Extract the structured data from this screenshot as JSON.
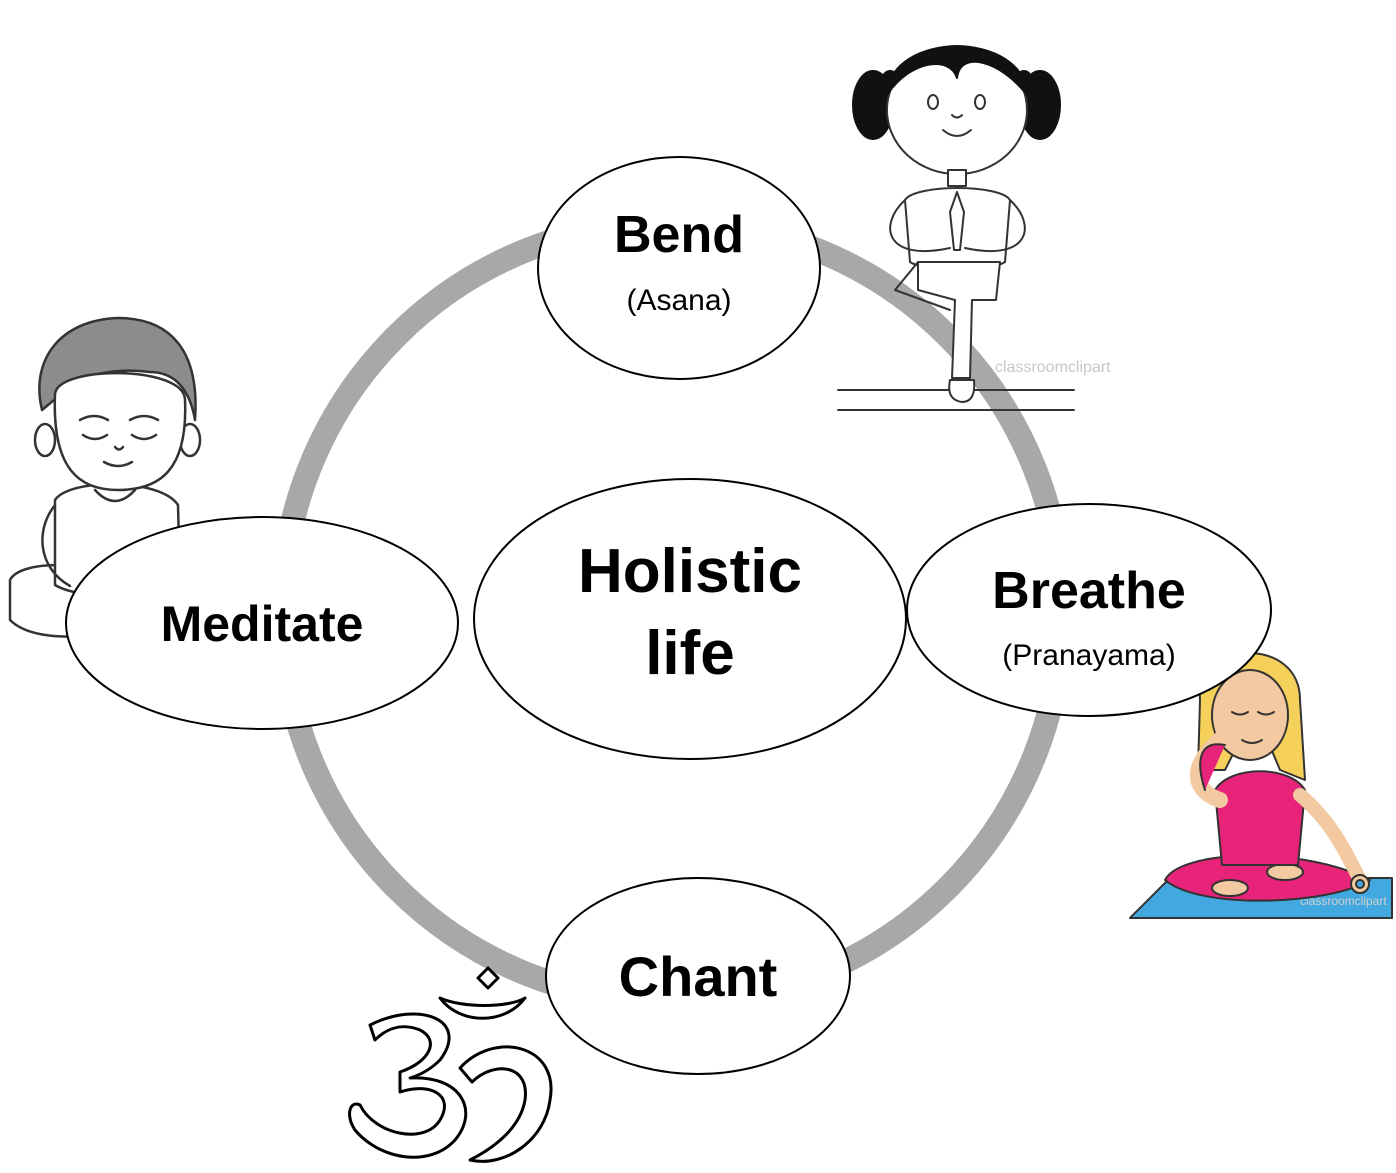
{
  "diagram": {
    "center": {
      "title_line1": "Holistic",
      "title_line2": "life"
    },
    "nodes": {
      "bend": {
        "title": "Bend",
        "subtitle": "(Asana)"
      },
      "breathe": {
        "title": "Breathe",
        "subtitle": "(Pranayama)"
      },
      "chant": {
        "title": "Chant"
      },
      "meditate": {
        "title": "Meditate"
      }
    },
    "watermarks": {
      "girl": "classroomclipart",
      "woman": "classroomclipart"
    },
    "colors": {
      "ring": "#a8a8a8",
      "node_fill": "#ffffff",
      "node_stroke": "#000000",
      "woman_outfit": "#e8237a",
      "woman_hair": "#f5d15b",
      "mat": "#41a9df",
      "boy_hair": "#8c8c8c"
    },
    "icons": [
      "om-symbol-icon",
      "boy-meditating-icon",
      "girl-tree-pose-icon",
      "woman-pranayama-icon"
    ]
  }
}
